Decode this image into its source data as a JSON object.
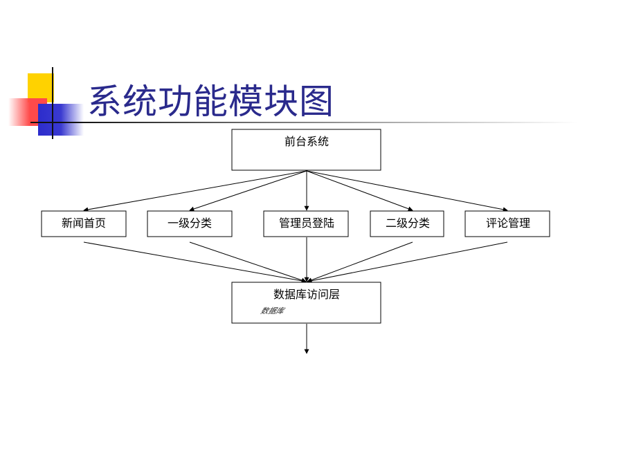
{
  "title": "系统功能模块图",
  "nodes": {
    "top": {
      "label": "前台系统"
    },
    "modules": [
      {
        "id": "news",
        "label": "新闻首页"
      },
      {
        "id": "cat1",
        "label": "一级分类"
      },
      {
        "id": "admin",
        "label": "管理员登陆"
      },
      {
        "id": "cat2",
        "label": "二级分类"
      },
      {
        "id": "comment",
        "label": "评论管理"
      }
    ],
    "db": {
      "label": "数据库访问层",
      "note": "数据库"
    }
  }
}
